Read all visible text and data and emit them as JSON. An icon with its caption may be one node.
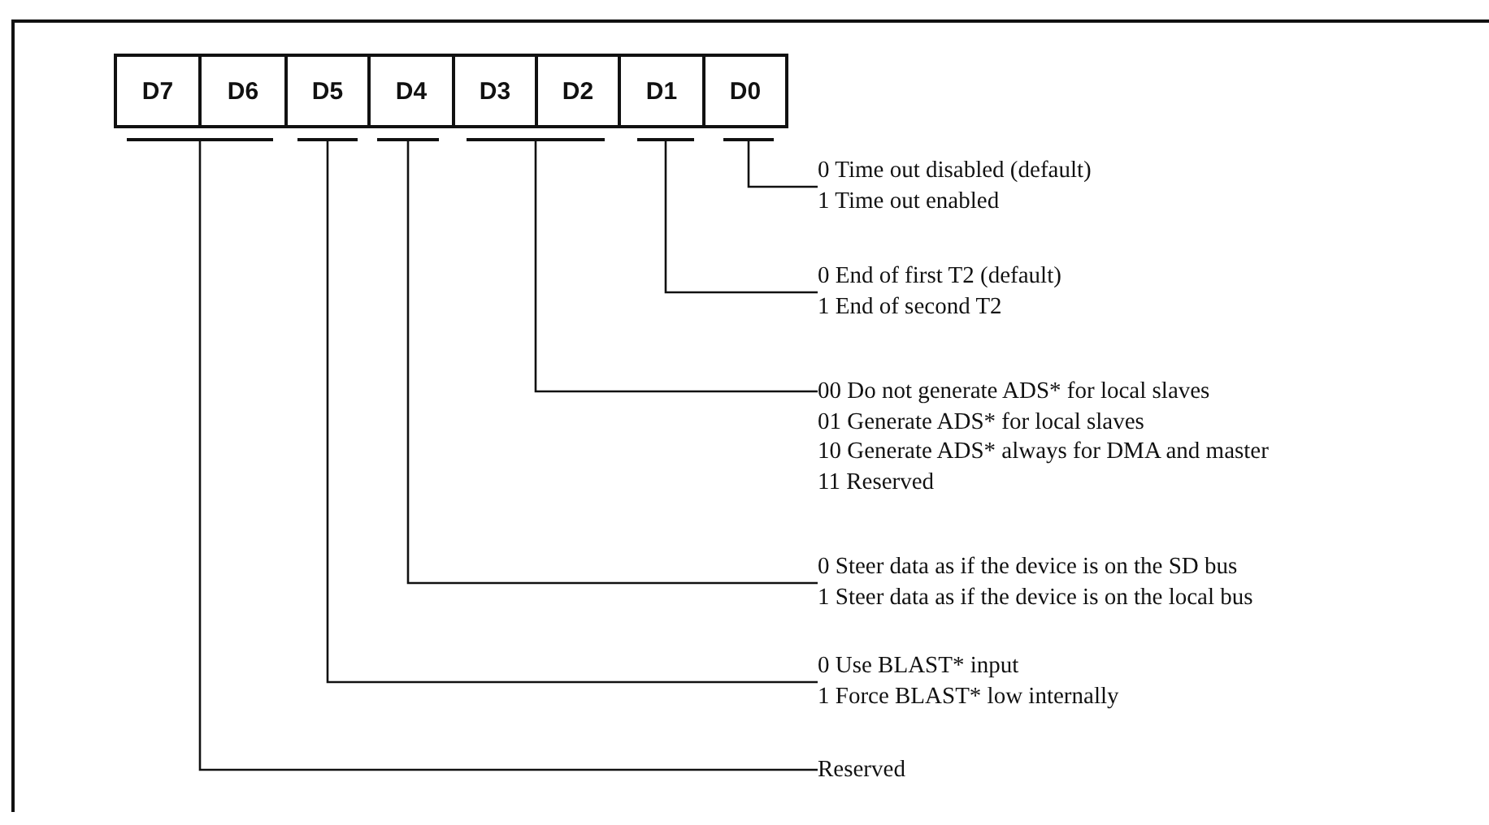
{
  "diagram": {
    "nodes": [
      {
        "text": [
          "D7"
        ]
      },
      {
        "text": [
          "D6"
        ]
      },
      {
        "text": [
          "D5"
        ]
      },
      {
        "text": [
          "D4"
        ]
      },
      {
        "text": [
          "D3"
        ]
      },
      {
        "text": [
          "D2"
        ]
      },
      {
        "text": [
          "D1"
        ]
      },
      {
        "text": [
          "D0"
        ]
      },
      {
        "text": [],
        "shape": "bar"
      },
      {
        "text": [],
        "shape": "bar"
      },
      {
        "text": [],
        "shape": "bar"
      },
      {
        "text": [],
        "shape": "bar"
      },
      {
        "text": [],
        "shape": "bar"
      },
      {
        "text": [],
        "shape": "bar"
      },
      {
        "text": [
          "0 Time out disabled (default)",
          "1 Time out enabled"
        ]
      },
      {
        "text": [
          "0 End of first T2 (default)",
          "1 End of second T2"
        ]
      },
      {
        "text": [
          "00 Do not generate ADS* for local slaves",
          "01 Generate ADS* for local slaves",
          "10 Generate ADS* always for DMA and master",
          "11 Reserved"
        ]
      },
      {
        "text": [
          "0 Steer data as if the device is on the SD bus",
          "1 Steer data as if the device is on the local bus"
        ]
      },
      {
        "text": [
          "0 Use BLAST* input",
          "1 Force BLAST* low internally"
        ]
      },
      {
        "text": [
          "Reserved"
        ]
      }
    ],
    "edges": [
      {
        "from": 13,
        "to": 14,
        "arrow": "none"
      },
      {
        "from": 12,
        "to": 15,
        "arrow": "none"
      },
      {
        "from": 11,
        "to": 16,
        "arrow": "none"
      },
      {
        "from": 10,
        "to": 17,
        "arrow": "none"
      },
      {
        "from": 9,
        "to": 18,
        "arrow": "none"
      },
      {
        "from": 8,
        "to": 19,
        "arrow": "none"
      }
    ]
  }
}
